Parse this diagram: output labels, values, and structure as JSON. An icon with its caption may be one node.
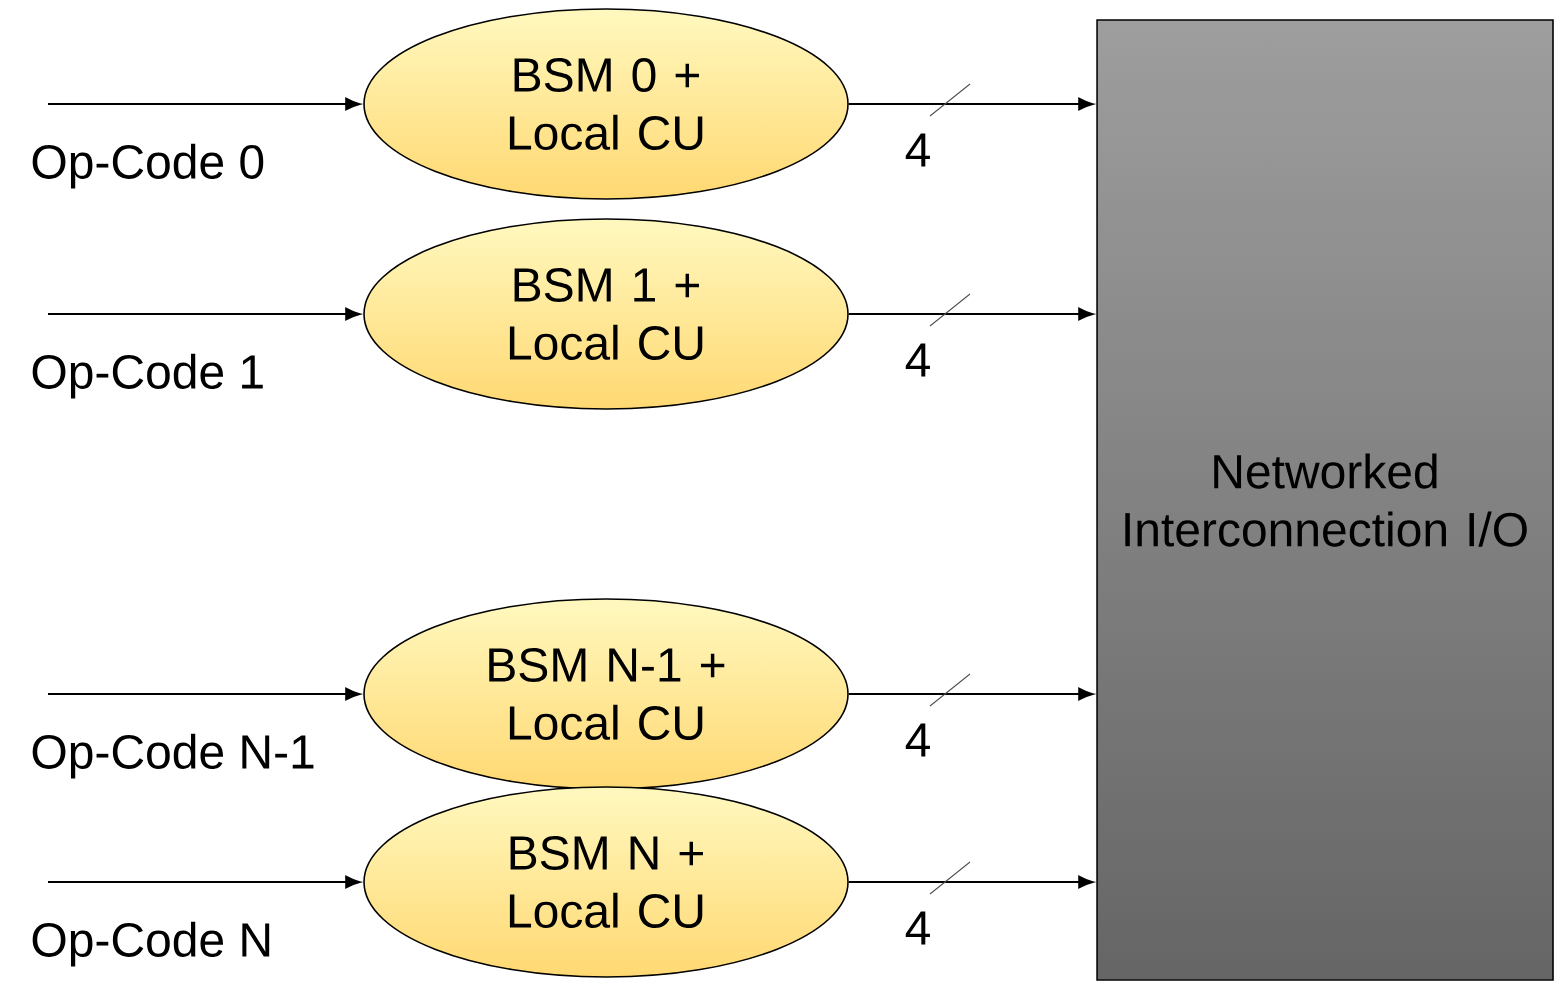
{
  "diagram": {
    "nodes": [
      {
        "text": [
          "BSM 0 + Local CU"
        ]
      },
      {
        "text": [
          "BSM 1 + Local CU"
        ]
      },
      {
        "text": [
          "BSM N-1 + Local CU"
        ]
      },
      {
        "text": [
          "BSM N + Local CU"
        ]
      },
      {
        "text": [
          "Networked Interconnection I/O"
        ]
      }
    ],
    "edges": [
      {
        "from": null,
        "to": 0,
        "arrow": "to",
        "label": "Op-Code 0"
      },
      {
        "from": null,
        "to": 1,
        "arrow": "to",
        "label": "Op-Code 1"
      },
      {
        "from": null,
        "to": 2,
        "arrow": "to",
        "label": "Op-Code N-1"
      },
      {
        "from": null,
        "to": 3,
        "arrow": "to",
        "label": "Op-Code N"
      },
      {
        "from": 0,
        "to": 4,
        "arrow": "to",
        "label": "4"
      },
      {
        "from": 1,
        "to": 4,
        "arrow": "to",
        "label": "4"
      },
      {
        "from": 2,
        "to": 4,
        "arrow": "to",
        "label": "4"
      },
      {
        "from": 3,
        "to": 4,
        "arrow": "to",
        "label": "4"
      }
    ]
  }
}
